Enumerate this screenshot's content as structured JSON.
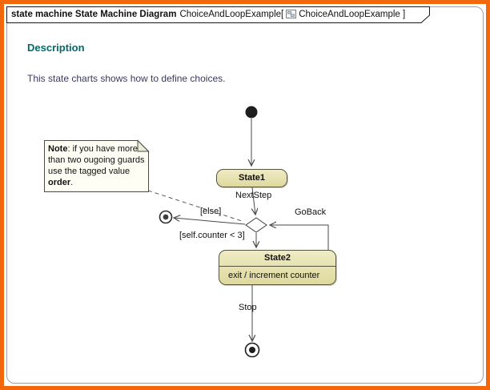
{
  "frame": {
    "kind_label": "state machine State Machine Diagram",
    "name_label": "ChoiceAndLoopExample[",
    "ref_label": "ChoiceAndLoopExample ]"
  },
  "description": {
    "heading": "Description",
    "body": "This state charts shows how to define choices."
  },
  "note": {
    "bold_lead": "Note",
    "text_mid": ": if you have more than two ougoing guards use the tagged value ",
    "bold_tail": "order",
    "text_end": "."
  },
  "states": {
    "state1": {
      "label": "State1"
    },
    "state2": {
      "label": "State2",
      "internal_action": "exit / increment counter"
    }
  },
  "transitions": {
    "next_step_label": "NextStep",
    "else_label": "[else]",
    "go_back_label": "GoBack",
    "counter_guard_label": "[self.counter < 3]",
    "stop_label": "Stop"
  },
  "colors": {
    "frame_orange": "#F3680D",
    "state_fill_top": "#EFEBC4",
    "state_fill_bottom": "#DFD99E",
    "state_border": "#55553F",
    "note_fill": "#FEFEF4",
    "heading_teal": "#006B6B",
    "body_text": "#3A3A5C",
    "edge": "#4A4A4A"
  }
}
